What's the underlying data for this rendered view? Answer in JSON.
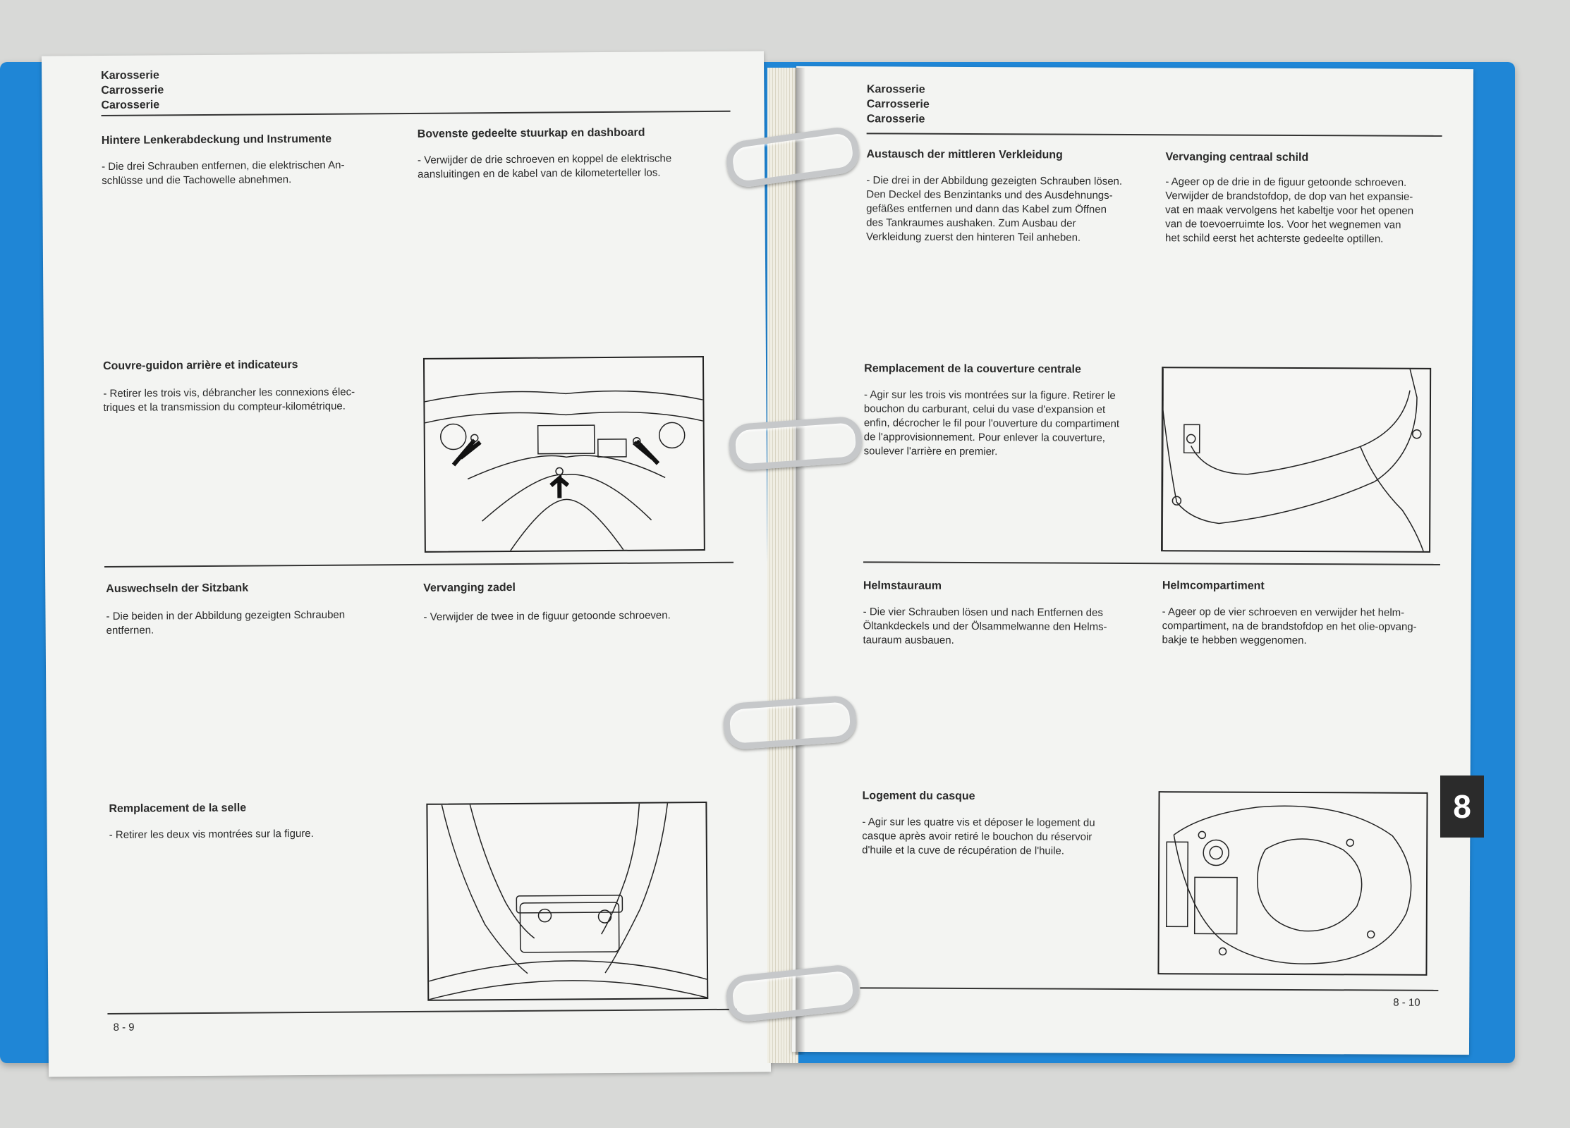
{
  "left": {
    "header": [
      "Karosserie",
      "Carrosserie",
      "Carosserie"
    ],
    "s1_de": {
      "title": "Hintere Lenkerabdeckung und Instrumente",
      "text": "- Die drei Schrauben entfernen, die elektrischen An-\nschlüsse und die Tachowelle abnehmen."
    },
    "s1_nl": {
      "title": "Bovenste gedeelte stuurkap en dashboard",
      "text": "- Verwijder de drie schroeven en koppel de elektrische\naansluitingen en de kabel van de kilometerteller los."
    },
    "s1_fr": {
      "title": "Couvre-guidon arrière et indicateurs",
      "text": "- Retirer les trois vis, débrancher les connexions élec-\ntriques et la transmission  du compteur-kilométrique."
    },
    "s2_de": {
      "title": "Auswechseln der Sitzbank",
      "text": "- Die beiden in der Abbildung gezeigten Schrauben\nentfernen."
    },
    "s2_nl": {
      "title": "Vervanging zadel",
      "text": "- Verwijder de twee in de figuur getoonde schroeven."
    },
    "s2_fr": {
      "title": "Remplacement de la selle",
      "text": "- Retirer les deux vis montrées sur la figure."
    },
    "page_number": "8 - 9"
  },
  "right": {
    "header": [
      "Karosserie",
      "Carrosserie",
      "Carosserie"
    ],
    "s1_de": {
      "title": "Austausch der mittleren Verkleidung",
      "text": "- Die drei in der Abbildung gezeigten Schrauben lösen.\nDen Deckel des Benzintanks und des Ausdehnungs-\ngefäßes entfernen und dann das Kabel zum Öffnen\ndes Tankraumes aushaken. Zum Ausbau der\nVerkleidung zuerst den hinteren Teil anheben."
    },
    "s1_nl": {
      "title": "Vervanging centraal schild",
      "text": "- Ageer op de drie in de figuur getoonde schroeven.\nVerwijder de brandstofdop, de dop van het expansie-\nvat en maak vervolgens het kabeltje voor het openen\nvan de toevoerruimte los. Voor het wegnemen van\nhet schild eerst het achterste gedeelte optillen."
    },
    "s1_fr": {
      "title": "Remplacement de la couverture centrale",
      "text": "- Agir sur les trois vis montrées sur la figure. Retirer le\nbouchon du carburant, celui du vase d'expansion et\nenfin, décrocher le fil pour l'ouverture du compartiment\nde l'approvisionnement. Pour enlever la couverture,\nsoulever l'arrière en premier."
    },
    "s2_de": {
      "title": "Helmstauraum",
      "text": "- Die vier Schrauben lösen und nach Entfernen des\nÖltankdeckels und der Ölsammelwanne den Helms-\ntauraum ausbauen."
    },
    "s2_nl": {
      "title": "Helmcompartiment",
      "text": "- Ageer op de vier schroeven en verwijder het helm-\ncompartiment, na de brandstofdop en het olie-opvang-\nbakje te hebben weggenomen."
    },
    "s2_fr": {
      "title": "Logement du casque",
      "text": "- Agir sur les quatre vis et déposer le logement du\ncasque après avoir retiré le bouchon du réservoir\nd'huile et la cuve de récupération de l'huile."
    },
    "page_number": "8 - 10",
    "tab_label": "8"
  }
}
